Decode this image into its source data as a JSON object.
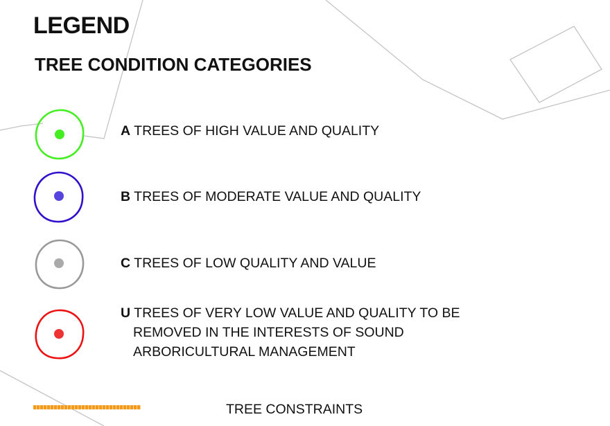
{
  "legend": {
    "title": "LEGEND",
    "subtitle": "TREE CONDITION CATEGORIES",
    "categories": [
      {
        "code": "A",
        "lines": [
          "TREES OF HIGH VALUE AND QUALITY"
        ],
        "ring_color": "#44ee22",
        "dot_color": "#44ee22"
      },
      {
        "code": "B",
        "lines": [
          "TREES OF MODERATE VALUE AND QUALITY"
        ],
        "ring_color": "#3311cc",
        "dot_color": "#5544dd"
      },
      {
        "code": "C",
        "lines": [
          "TREES OF LOW QUALITY AND VALUE"
        ],
        "ring_color": "#999999",
        "dot_color": "#aaaaaa"
      },
      {
        "code": "U",
        "lines": [
          "TREES OF VERY LOW VALUE AND QUALITY TO BE",
          "REMOVED IN THE INTERESTS OF SOUND",
          "ARBORICULTURAL MANAGEMENT"
        ],
        "ring_color": "#ee1111",
        "dot_color": "#ee3333"
      }
    ],
    "constraints": {
      "label": "TREE CONSTRAINTS",
      "color": "#f39a1c"
    }
  }
}
